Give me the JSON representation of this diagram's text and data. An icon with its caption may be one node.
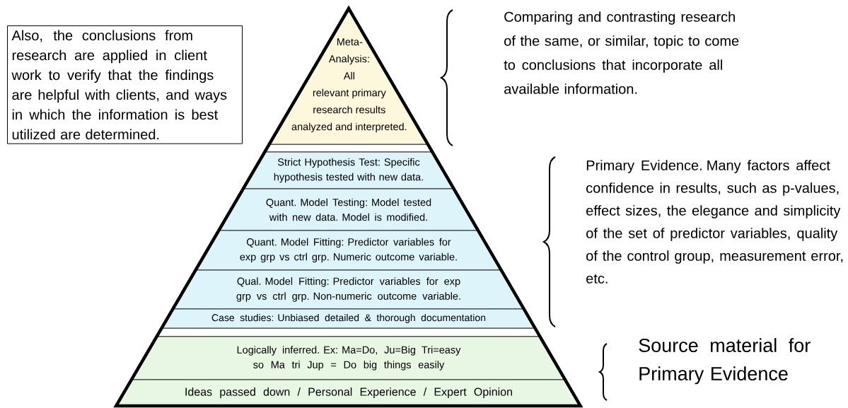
{
  "diagram": {
    "nodes": [
      {
        "text": [
          "Also, the conclusions from research are applied in client work to verify that the findings are helpful with clients, and ways in which the information is best utilized are determined."
        ]
      },
      {
        "text": [
          "Meta-Analysis: All relevant primary research results analyzed and interpreted."
        ]
      },
      {
        "text": [
          "Strict Hypothesis Test: Specific hypothesis tested with new data."
        ]
      },
      {
        "text": [
          "Quant. Model Testing: Model tested with new data. Model is modified."
        ]
      },
      {
        "text": [
          "Quant. Model Fitting: Predictor variables for exp grp vs ctrl grp. Numeric outcome variable."
        ]
      },
      {
        "text": [
          "Qual. Model Fitting: Predictor variables for exp grp vs ctrl grp. Non-numeric outcome variable."
        ]
      },
      {
        "text": [
          "Case studies: Unbiased detailed & thorough documentation"
        ]
      },
      {
        "text": [
          "Logically inferred. Ex: Ma=Do, Ju=Big Tri=easy so Ma tri Jup = Do big things easily"
        ]
      },
      {
        "text": [
          "Ideas passed down / Personal Experience / Expert Opinion"
        ]
      }
    ],
    "labels": [
      "Comparing and contrasting research of the same, or similar, topic to come to conclusions that incorporate all available information.",
      "Primary Evidence. Many factors affect confidence in results, such as p-values, effect sizes, the elegance and simplicity of the set of predictor variables, quality of the control group, measurement error, etc.",
      "Source material for Primary Evidence"
    ]
  }
}
